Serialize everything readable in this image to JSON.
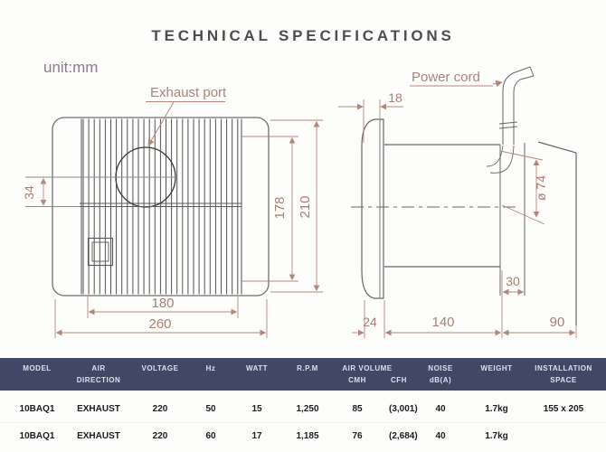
{
  "title": "TECHNICAL SPECIFICATIONS",
  "unit_label": "unit:mm",
  "colors": {
    "dimension_accent": "#b3867c",
    "drawing_line": "#666666",
    "table_header_bg": "#404866",
    "table_header_text": "#dde0ec",
    "title_text": "#4d4d4d"
  },
  "drawing": {
    "front_view": {
      "callout": "Exhaust port",
      "dims": {
        "port_offset": "34",
        "inner_height": "178",
        "height": "210",
        "inner_width": "180",
        "width": "260"
      }
    },
    "side_view": {
      "callout": "Power cord",
      "dims": {
        "flange_depth": "18",
        "duct_diameter": "ø 74",
        "duct_protrusion": "30",
        "front_depth": "24",
        "body_depth": "140",
        "duct_length": "90"
      }
    }
  },
  "table": {
    "columns": [
      {
        "line1": "MODEL",
        "line2": ""
      },
      {
        "line1": "AIR",
        "line2": "DIRECTION"
      },
      {
        "line1": "VOLTAGE",
        "line2": ""
      },
      {
        "line1": "Hz",
        "line2": ""
      },
      {
        "line1": "WATT",
        "line2": ""
      },
      {
        "line1": "R.P.M",
        "line2": ""
      },
      {
        "line1": "AIR VOLUME",
        "sub1": "CMH",
        "sub2": "CFH"
      },
      {
        "line1": "NOISE",
        "line2": "dB(A)"
      },
      {
        "line1": "WEIGHT",
        "line2": ""
      },
      {
        "line1": "INSTALLATION",
        "line2": "SPACE"
      }
    ],
    "rows": [
      {
        "cells": [
          "10BAQ1",
          "EXHAUST",
          "220",
          "50",
          "15",
          "1,250",
          "85",
          "(3,001)",
          "40",
          "1.7kg",
          "155 x 205"
        ]
      },
      {
        "cells": [
          "10BAQ1",
          "EXHAUST",
          "220",
          "60",
          "17",
          "1,185",
          "76",
          "(2,684)",
          "40",
          "1.7kg",
          ""
        ]
      }
    ]
  }
}
